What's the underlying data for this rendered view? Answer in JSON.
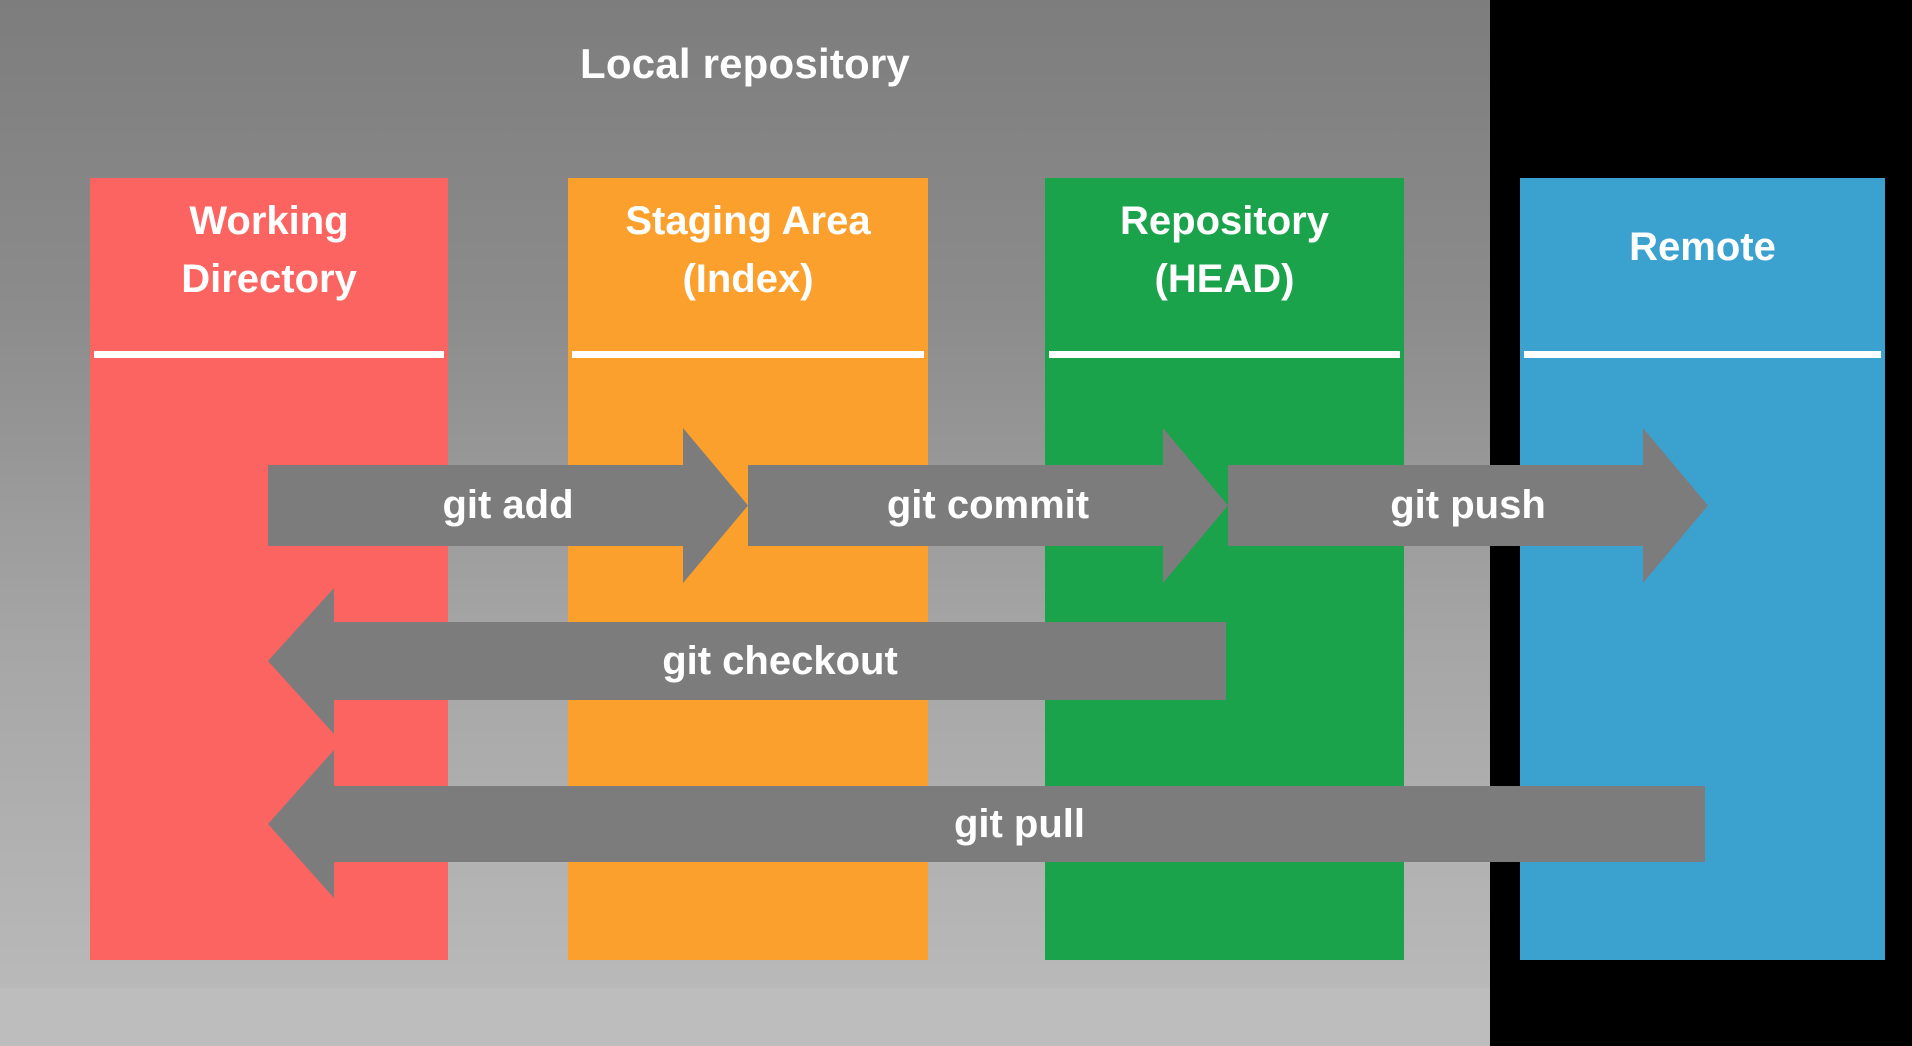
{
  "diagram": {
    "title": "Local repository",
    "background": {
      "gradient_top": "#7d7d7d",
      "gradient_bottom": "#bcbcbc",
      "right_panel": "#000000"
    },
    "columns": [
      {
        "id": "working-directory",
        "label": "Working\nDirectory",
        "color": "#fb6460"
      },
      {
        "id": "staging-area",
        "label": "Staging Area\n(Index)",
        "color": "#fba02c"
      },
      {
        "id": "repository-head",
        "label": "Repository\n(HEAD)",
        "color": "#1aa34a"
      },
      {
        "id": "remote",
        "label": "Remote",
        "color": "#3ba2d0"
      }
    ],
    "arrows": [
      {
        "id": "git-add",
        "label": "git add",
        "direction": "right",
        "from": "working-directory",
        "to": "staging-area",
        "color": "#7c7c7c"
      },
      {
        "id": "git-commit",
        "label": "git commit",
        "direction": "right",
        "from": "staging-area",
        "to": "repository-head",
        "color": "#7c7c7c"
      },
      {
        "id": "git-push",
        "label": "git push",
        "direction": "right",
        "from": "repository-head",
        "to": "remote",
        "color": "#7c7c7c"
      },
      {
        "id": "git-checkout",
        "label": "git checkout",
        "direction": "left",
        "from": "repository-head",
        "to": "working-directory",
        "color": "#7c7c7c"
      },
      {
        "id": "git-pull",
        "label": "git pull",
        "direction": "left",
        "from": "remote",
        "to": "working-directory",
        "color": "#7c7c7c"
      }
    ]
  }
}
